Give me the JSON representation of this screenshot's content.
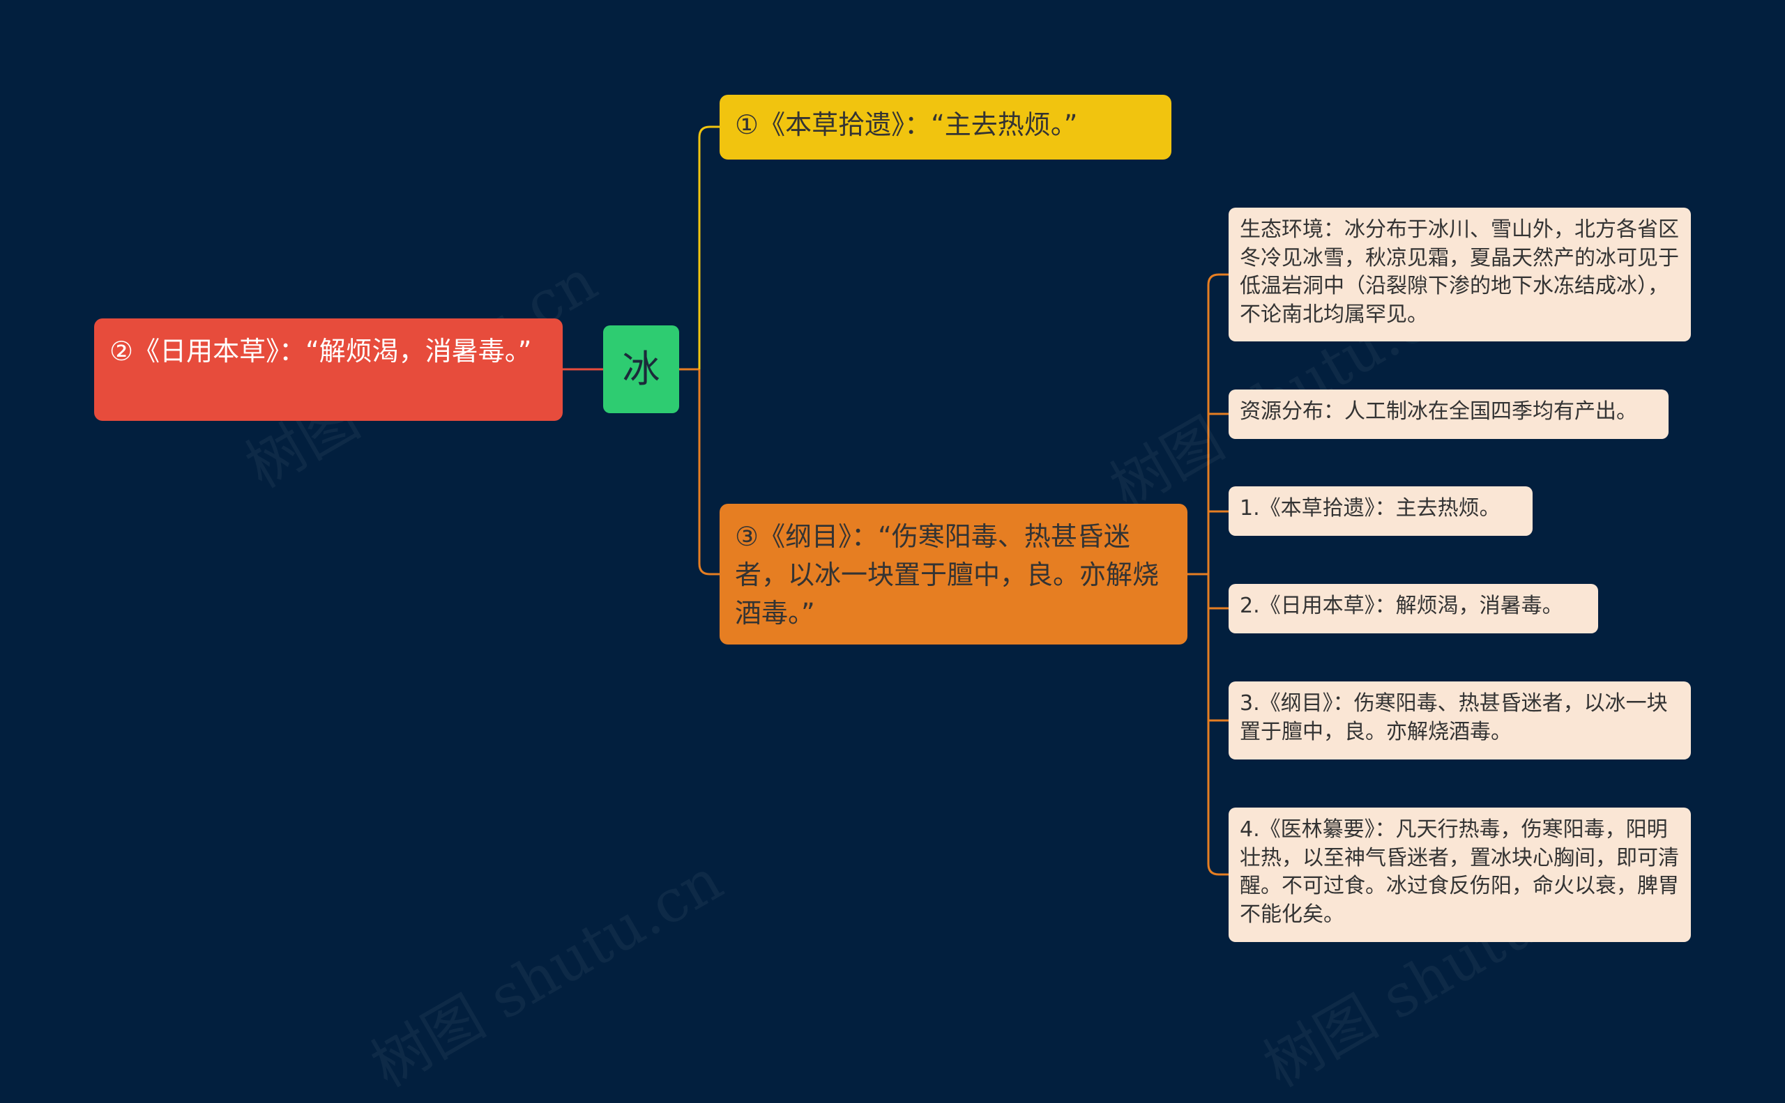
{
  "center": {
    "label": "冰"
  },
  "branches": {
    "b1": "①《本草拾遗》：“主去热烦。”",
    "b2": "②《日用本草》：“解烦渴，消暑毒。”",
    "b3": "③《纲目》：“伤寒阳毒、热甚昏迷者，以冰一块置于膻中，良。亦解烧酒毒。”"
  },
  "leaves": [
    "生态环境：冰分布于冰川、雪山外，北方各省区冬冷见冰雪，秋凉见霜，夏晶天然产的冰可见于低温岩洞中（沿裂隙下渗的地下水冻结成冰），不论南北均属罕见。",
    "资源分布：人工制冰在全国四季均有产出。",
    "1.《本草拾遗》：主去热烦。",
    "2.《日用本草》：解烦渴，消暑毒。",
    "3.《纲目》：伤寒阳毒、热甚昏迷者，以冰一块置于膻中，良。亦解烧酒毒。",
    "4.《医林纂要》：凡天行热毒，伤寒阳毒，阳明壮热，以至神气昏迷者，置冰块心胸间，即可清醒。不可过食。冰过食反伤阳，命火以衰，脾胃不能化矣。"
  ],
  "watermark": "树图 shutu.cn",
  "colors": {
    "background": "#021f3e",
    "center": "#2ecc71",
    "branch1": "#f1c40f",
    "branch2": "#e74c3c",
    "branch3": "#e67e22",
    "leaf": "#fae6d5"
  }
}
